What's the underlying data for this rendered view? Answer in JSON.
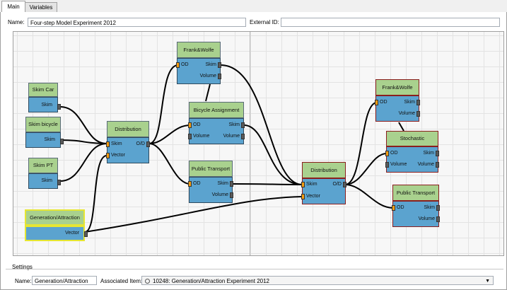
{
  "tabs": [
    {
      "label": "Main",
      "active": true
    },
    {
      "label": "Variables",
      "active": false
    }
  ],
  "form": {
    "name_label": "Name:",
    "name_value": "Four-step Model Experiment 2012",
    "external_label": "External ID:",
    "external_value": ""
  },
  "nodes": {
    "skim_car": {
      "title": "Skim Car",
      "out": "Skim"
    },
    "skim_bicycle": {
      "title": "Skim bicycle",
      "out": "Skim"
    },
    "skim_pt": {
      "title": "Skim PT",
      "out": "Skim"
    },
    "gen_attr": {
      "title": "Generation/Attraction",
      "out": "Vector"
    },
    "dist1": {
      "title": "Distribution",
      "in1": "Skim",
      "in2": "Vector",
      "out": "O/D"
    },
    "fw1": {
      "title": "Frank&Wolfe",
      "in": "OD",
      "out1": "Skim",
      "out2": "Volume"
    },
    "bike_assign": {
      "title": "Bicycle Assignment",
      "in1": "OD",
      "in2": "Volume",
      "out1": "Skim",
      "out2": "Volume"
    },
    "pt1": {
      "title": "Public Transport",
      "in": "OD",
      "out1": "Skim",
      "out2": "Volume"
    },
    "dist2": {
      "title": "Distribution",
      "in1": "Skim",
      "in2": "Vector",
      "out": "O/D"
    },
    "fw2": {
      "title": "Frank&Wolfe",
      "in": "OD",
      "out1": "Skim",
      "out2": "Volume"
    },
    "stochastic": {
      "title": "Stochastic",
      "in1": "OD",
      "in2": "Volume",
      "out1": "Skim",
      "out2": "Volume"
    },
    "pt2": {
      "title": "Public Transport",
      "in": "OD",
      "out1": "Skim",
      "out2": "Volume"
    }
  },
  "settings": {
    "group_label": "Settings",
    "name_label": "Name:",
    "name_value": "Generation/Attraction",
    "assoc_label": "Associated Item:",
    "assoc_value": "10248: Generation/Attraction Experiment 2012"
  },
  "colors": {
    "node_header": "#a9d18e",
    "node_body": "#5ba3cf",
    "input_port": "#f39c12",
    "output_port": "#5a5a5a",
    "selected_border": "#e6e632",
    "invalid_border": "#8b1e1e"
  }
}
